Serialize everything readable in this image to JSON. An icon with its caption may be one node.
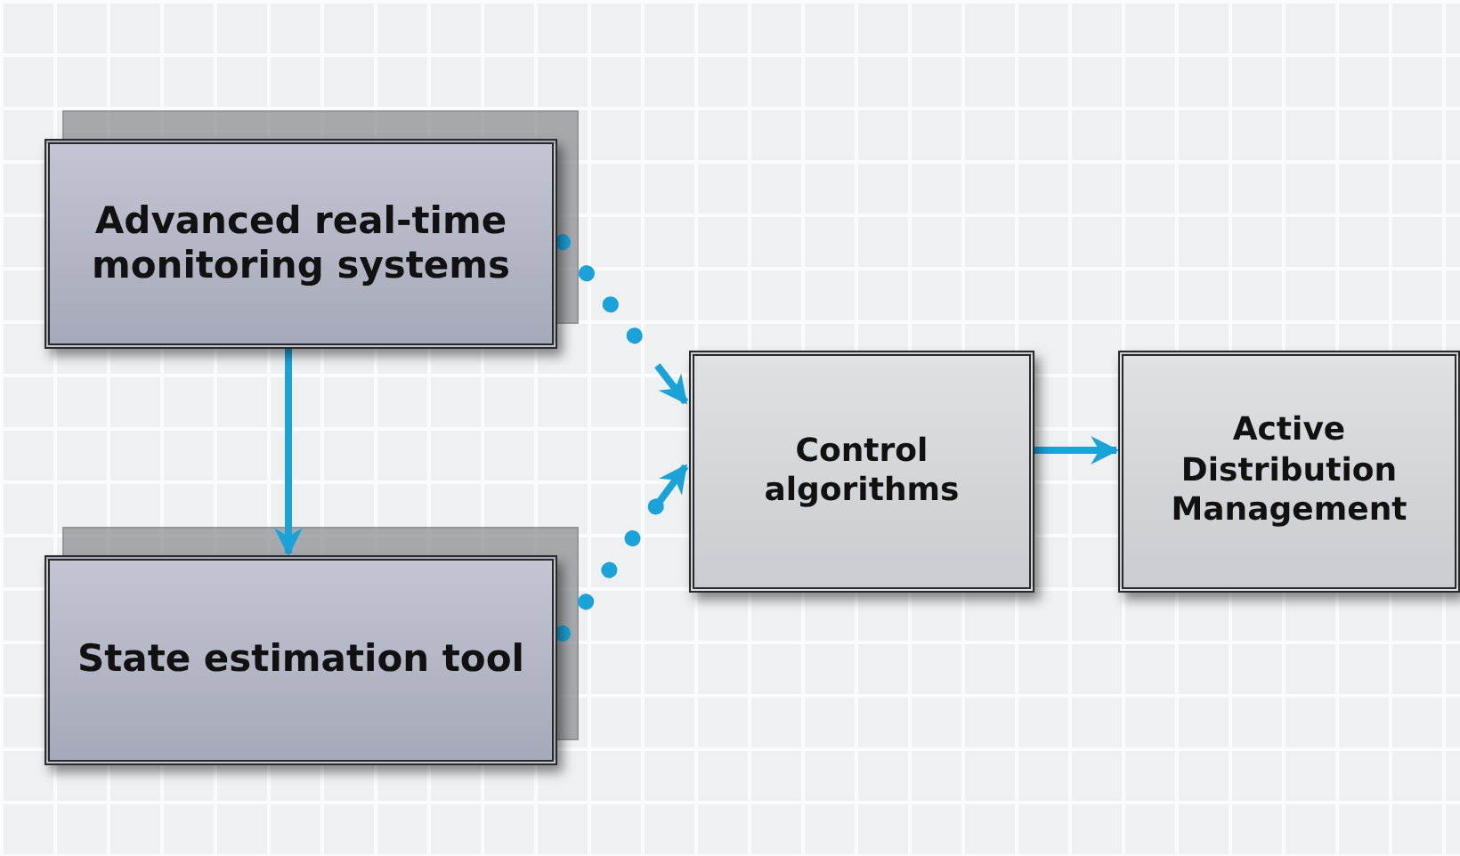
{
  "diagram": {
    "nodes": [
      {
        "text": [
          "Advanced real-time monitoring systems"
        ]
      },
      {
        "text": [
          "State estimation tool"
        ]
      },
      {
        "text": [
          "Control algorithms"
        ]
      },
      {
        "text": [
          "Active Distribution Management"
        ]
      }
    ],
    "edges": [
      {
        "from": 0,
        "to": 1,
        "arrow": "to"
      },
      {
        "from": 0,
        "to": 2,
        "arrow": "to",
        "style": "dashed"
      },
      {
        "from": 1,
        "to": 2,
        "arrow": "to",
        "style": "dashed"
      },
      {
        "from": 2,
        "to": 3,
        "arrow": "to"
      }
    ]
  }
}
